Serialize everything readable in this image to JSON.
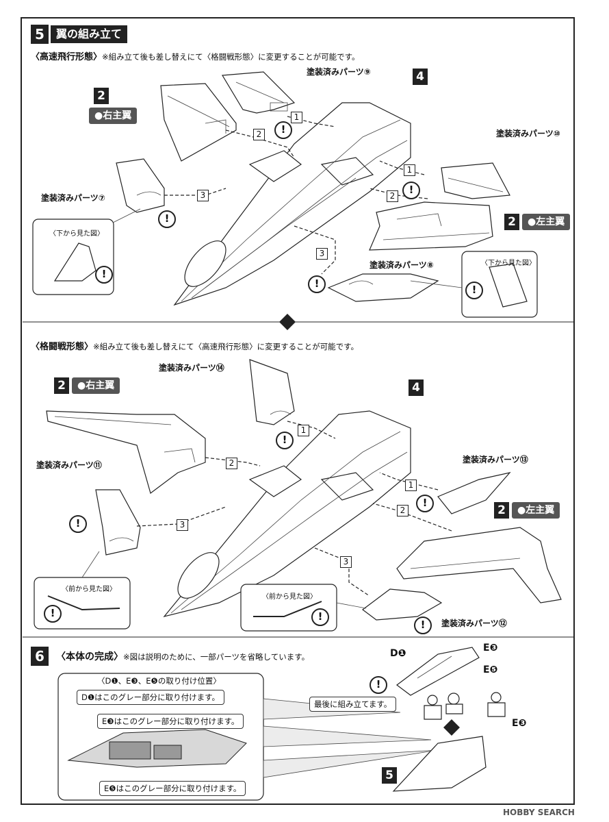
{
  "step5": {
    "number": "5",
    "title": "翼の組み立て",
    "mode_high_speed": {
      "header": "〈高速飛行形態〉",
      "note": "※組み立て後も差し替えにて〈格闘戦形態〉に変更することが可能です。",
      "fuselage_num": "4",
      "right_wing_num": "2",
      "right_wing_label": "●右主翼",
      "left_wing_num": "2",
      "left_wing_label": "●左主翼",
      "part9": "塗装済みパーツ⑨",
      "part10": "塗装済みパーツ⑩",
      "part7": "塗装済みパーツ⑦",
      "part8": "塗装済みパーツ⑧",
      "view_from_below_1": "〈下から見た図〉",
      "view_from_below_2": "〈下から見た図〉",
      "step1": "1",
      "step2": "2",
      "step3": "3"
    },
    "mode_fighter": {
      "header": "〈格闘戦形態〉",
      "note": "※組み立て後も差し替えにて〈高速飛行形態〉に変更することが可能です。",
      "fuselage_num": "4",
      "right_wing_num": "2",
      "right_wing_label": "●右主翼",
      "left_wing_num": "2",
      "left_wing_label": "●左主翼",
      "part14": "塗装済みパーツ⑭",
      "part13": "塗装済みパーツ⑬",
      "part11": "塗装済みパーツ⑪",
      "part12": "塗装済みパーツ⑫",
      "view_from_front_1": "〈前から見た図〉",
      "view_from_front_2": "〈前から見た図〉",
      "step1": "1",
      "step2": "2",
      "step3": "3"
    }
  },
  "step6": {
    "number": "6",
    "title": "〈本体の完成〉",
    "note": "※図は説明のために、一部パーツを省略しています。",
    "box_title": "〈D❶、E❸、E❺の取り付け位置〉",
    "callout_d1": "D❶はこのグレー部分に取り付けます。",
    "callout_e3": "E❸はこのグレー部分に取り付けます。",
    "callout_e5": "E❺はこのグレー部分に取り付けます。",
    "last_assembly": "最後に組み立てます。",
    "part_d1": "D❶",
    "part_e3_a": "E❸",
    "part_e5": "E❺",
    "part_e3_b": "E❸",
    "step_ref": "5"
  },
  "watermark": "HOBBY SEARCH",
  "icons": [
    "exclamation-icon",
    "wing-part-icon",
    "fuselage-icon",
    "cockpit-canopy-icon",
    "pilot-figure-icon",
    "flip-arrow-icon"
  ]
}
